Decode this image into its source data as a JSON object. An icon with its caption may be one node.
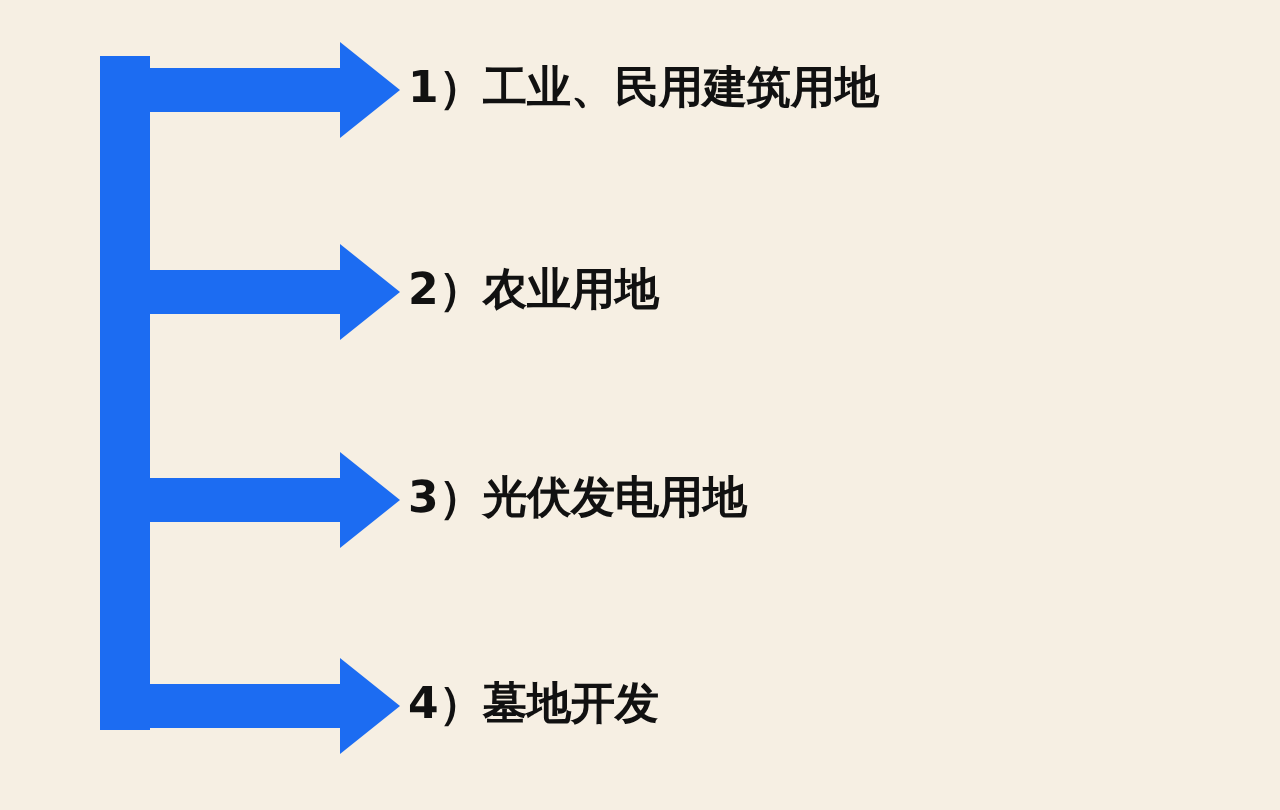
{
  "diagram": {
    "nodes": [
      {
        "text": [],
        "shape": "bar"
      },
      {
        "text": [
          "1）工业、民用建筑用地"
        ]
      },
      {
        "text": [
          "2）农业用地"
        ]
      },
      {
        "text": [
          "3）光伏发电用地"
        ]
      },
      {
        "text": [
          "4）墓地开发"
        ]
      }
    ],
    "edges": [
      {
        "from": 0,
        "to": 1,
        "arrow": "to"
      },
      {
        "from": 0,
        "to": 2,
        "arrow": "to"
      },
      {
        "from": 0,
        "to": 3,
        "arrow": "to"
      },
      {
        "from": 0,
        "to": 4,
        "arrow": "to"
      }
    ]
  }
}
